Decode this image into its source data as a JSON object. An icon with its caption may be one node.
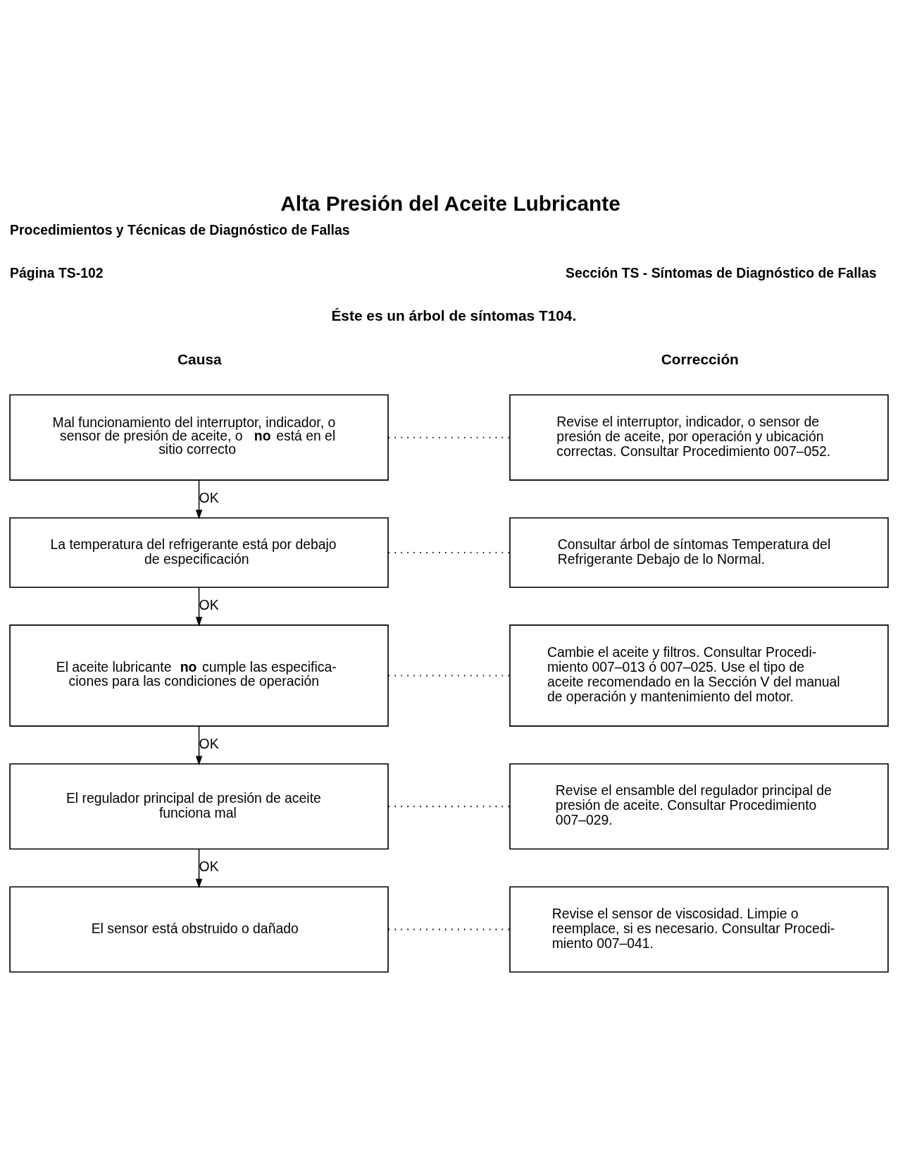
{
  "diagram": {
    "title": "Alta Presión del Aceite Lubricante",
    "nodes": [
      {
        "text": [
          "Mal funcionamiento del interruptor, indicador, o sensor de presión de aceite, o **no** está en el sitio correcto"
        ]
      },
      {
        "text": [
          "Revise el interruptor, indicador, o sensor de presión de aceite, por operación y ubicación correctas. Consultar Procedimiento 007–052."
        ]
      },
      {
        "text": [
          "La temperatura del refrigerante está por debajo de especificación"
        ]
      },
      {
        "text": [
          "Consultar árbol de síntomas Temperatura del Refrigerante Debajo de lo Normal."
        ]
      },
      {
        "text": [
          "El aceite lubricante **no** cumple las especifica- ciones para las condiciones de operación"
        ]
      },
      {
        "text": [
          "Cambie el aceite y filtros. Consultar Procedi- miento 007–013 ó 007–025. Use el tipo de aceite recomendado en la Sección V del manual de operación y mantenimiento del motor."
        ]
      },
      {
        "text": [
          "El regulador principal de presión de aceite funciona mal"
        ]
      },
      {
        "text": [
          "Revise el ensamble del regulador principal de presión de aceite. Consultar Procedimiento 007–029."
        ]
      },
      {
        "text": [
          "El sensor está obstruido o dañado"
        ]
      },
      {
        "text": [
          "Revise el sensor de viscosidad. Limpie o reemplace, si es necesario. Consultar Procedi- miento 007–041."
        ]
      }
    ],
    "edges": [
      {
        "from": 0,
        "to": 1,
        "arrow": "none",
        "style": "dashed"
      },
      {
        "from": 0,
        "to": 2,
        "arrow": "to",
        "label": "OK"
      },
      {
        "from": 2,
        "to": 3,
        "arrow": "none",
        "style": "dashed"
      },
      {
        "from": 2,
        "to": 4,
        "arrow": "to",
        "label": "OK"
      },
      {
        "from": 4,
        "to": 5,
        "arrow": "none",
        "style": "dashed"
      },
      {
        "from": 4,
        "to": 6,
        "arrow": "to",
        "label": "OK"
      },
      {
        "from": 6,
        "to": 7,
        "arrow": "none",
        "style": "dashed"
      },
      {
        "from": 6,
        "to": 8,
        "arrow": "to",
        "label": "OK"
      },
      {
        "from": 8,
        "to": 9,
        "arrow": "none",
        "style": "dashed"
      }
    ],
    "labels": [
      "Procedimientos y Técnicas de Diagnóstico de Fallas",
      "Página TS-102",
      "Sección TS - Síntomas de Diagnóstico de Fallas",
      "Éste es un árbol de síntomas T104.",
      "Causa",
      "Corrección"
    ]
  }
}
